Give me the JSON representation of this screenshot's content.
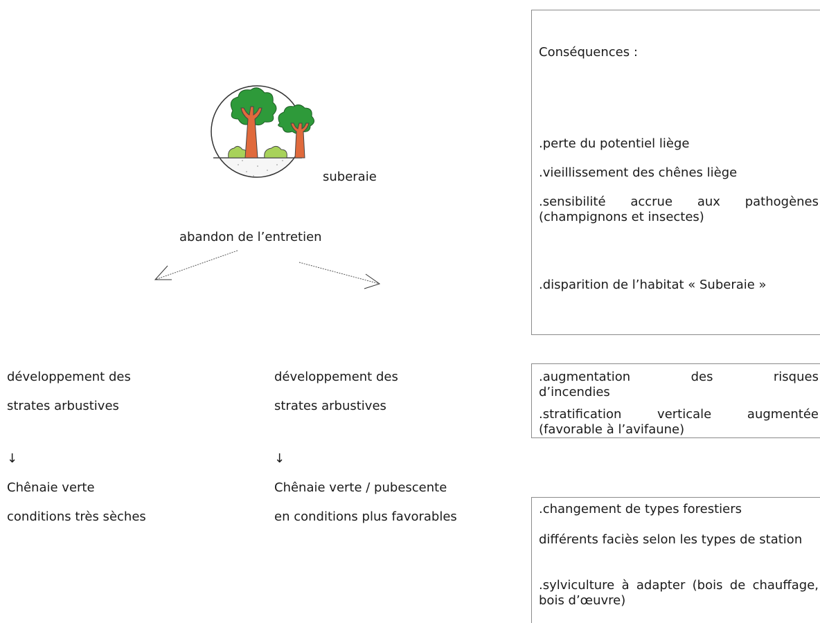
{
  "center": {
    "habitat_label": "suberaie",
    "trigger_label": "abandon de l’entretien"
  },
  "branches": [
    {
      "stage1": [
        "développement des",
        "strates arbustives"
      ],
      "arrow": "↓",
      "stage2": [
        "Chênaie verte",
        "conditions très sèches"
      ]
    },
    {
      "stage1": [
        "développement des",
        "strates arbustives"
      ],
      "arrow": "↓",
      "stage2": [
        "Chênaie verte / pubescente",
        "en conditions plus favorables"
      ]
    }
  ],
  "consequences": {
    "heading": "Conséquences :",
    "items": [
      ".perte du potentiel liège",
      ".vieillissement des chênes liège",
      ".sensibilité accrue aux pathogènes (champignons et insectes)",
      ".disparition de l’habitat « Suberaie »"
    ]
  },
  "effects_shrub": {
    "item1_words": [
      ".augmentation",
      "des",
      "risques"
    ],
    "item1_rest": "d’incendies",
    "item2": ".stratification verticale augmentée (favorable à l’avifaune)"
  },
  "effects_oak": {
    "items": [
      ".changement de types forestiers",
      "différents faciès selon les types de station",
      ".sylviculture à adapter (bois de chauffage, bois d’œuvre)"
    ]
  },
  "colors": {
    "foliage": "#2e9a3a",
    "trunk": "#e06a3c",
    "shrub": "#a8d25a",
    "box_border": "#8a8a8a"
  }
}
